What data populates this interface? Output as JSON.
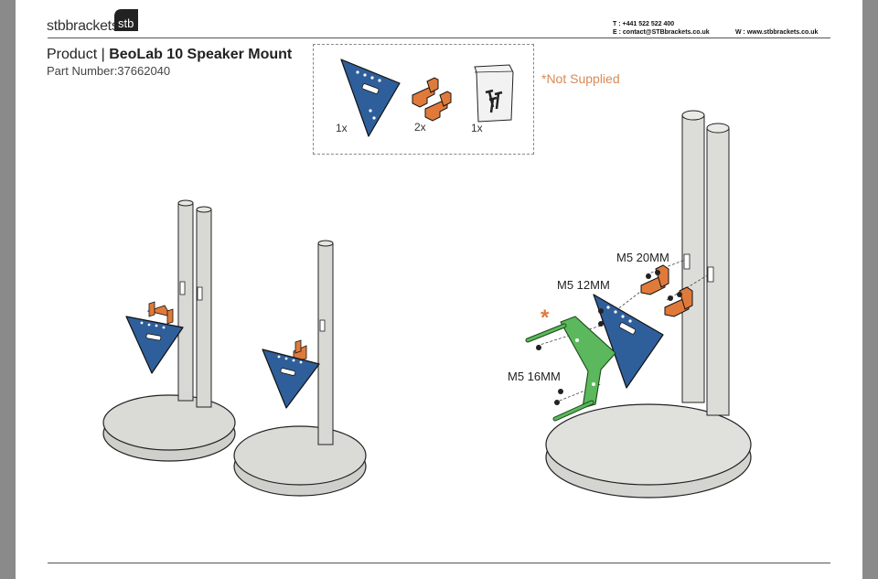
{
  "header": {
    "logo_text": "stbbrackets",
    "logo_mark": "stb",
    "phone_prefix": "T  :",
    "phone": "+441 522 522 400",
    "email_prefix": "E  :",
    "email": "contact@STBbrackets.co.uk",
    "web_prefix": "W  :",
    "web": "www.stbbrackets.co.uk"
  },
  "product": {
    "label": "Product | ",
    "name": "BeoLab 10 Speaker Mount",
    "part_number": "Part Number:37662040"
  },
  "kit": {
    "items": [
      {
        "qty": "1x",
        "icon": "triangle-plate-icon"
      },
      {
        "qty": "2x",
        "icon": "orange-bracket-icon"
      },
      {
        "qty": "1x",
        "icon": "screw-bag-icon"
      }
    ]
  },
  "note": {
    "not_supplied": "*Not Supplied",
    "asterisk": "*"
  },
  "callouts": {
    "m5_20": "M5 20MM",
    "m5_12": "M5 12MM",
    "m5_16": "M5 16MM"
  },
  "colors": {
    "plate_blue": "#2f5f9a",
    "bracket_orange": "#e07a3a",
    "adapter_green": "#5cb85c",
    "pole_grey": "#dadad6",
    "accent_note": "#d98a55"
  }
}
